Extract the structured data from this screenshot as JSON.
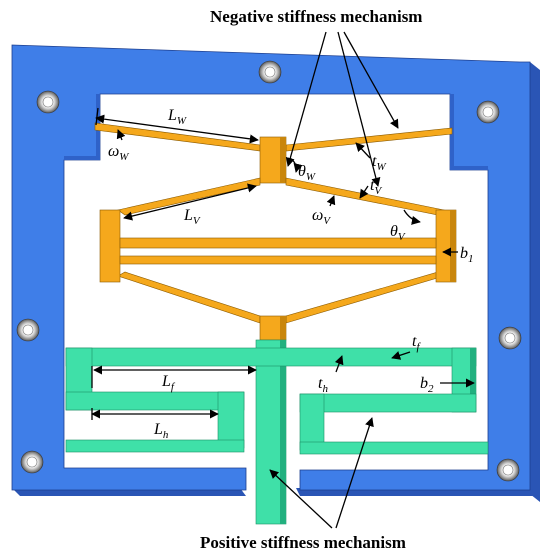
{
  "titles": {
    "negative": "Negative stiffness mechanism",
    "positive": "Positive stiffness mechanism"
  },
  "labels": {
    "Lw": {
      "main": "L",
      "sub": "W"
    },
    "omega_w": {
      "main": "ω",
      "sub": "W"
    },
    "theta_w": {
      "main": "θ",
      "sub": "W"
    },
    "tw": {
      "main": "t",
      "sub": "W"
    },
    "tv": {
      "main": "t",
      "sub": "V"
    },
    "Lv": {
      "main": "L",
      "sub": "V"
    },
    "omega_v": {
      "main": "ω",
      "sub": "V"
    },
    "theta_v": {
      "main": "θ",
      "sub": "V"
    },
    "b1": {
      "main": "b",
      "sub": "1"
    },
    "tf": {
      "main": "t",
      "sub": "f"
    },
    "Lf": {
      "main": "L",
      "sub": "f"
    },
    "th": {
      "main": "t",
      "sub": "h"
    },
    "b2": {
      "main": "b",
      "sub": "2"
    },
    "Lh": {
      "main": "L",
      "sub": "h"
    }
  },
  "colors": {
    "frame": "#3f7ee8",
    "frame_shade": "#2a55b5",
    "negative": "#f5a81c",
    "negative_shade": "#c9860c",
    "positive": "#3fe0a8",
    "positive_shade": "#22b07f"
  }
}
